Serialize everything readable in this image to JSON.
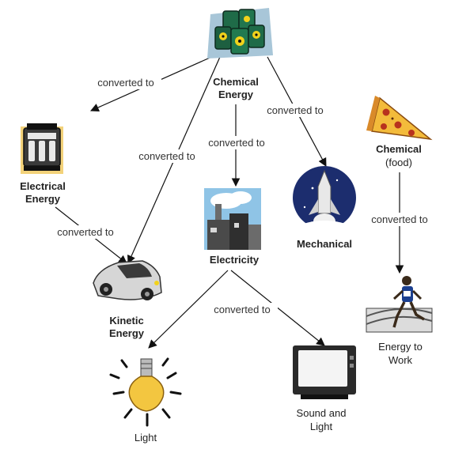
{
  "nodes": {
    "chemical_energy": {
      "line1": "Chemical",
      "line2": "Energy"
    },
    "electrical_energy": {
      "line1": "Electrical",
      "line2": "Energy"
    },
    "electricity": {
      "label": "Electricity"
    },
    "mechanical": {
      "label": "Mechanical"
    },
    "chemical_food": {
      "line1": "Chemical",
      "line2": "(food)"
    },
    "kinetic_energy": {
      "line1": "Kinetic",
      "line2": "Energy"
    },
    "light": {
      "label": "Light"
    },
    "sound_and_light": {
      "line1": "Sound and",
      "line2": "Light"
    },
    "energy_to_work": {
      "line1": "Energy to",
      "line2": "Work"
    }
  },
  "edges": [
    {
      "label": "converted to"
    },
    {
      "label": "converted to"
    },
    {
      "label": "converted to"
    },
    {
      "label": "converted to"
    },
    {
      "label": "converted to"
    },
    {
      "label": "converted to"
    },
    {
      "label": "converted to"
    }
  ],
  "icons": [
    "oil-barrels-icon",
    "pizza-slice-icon",
    "power-plant-icon",
    "space-shuttle-icon",
    "sports-car-icon",
    "runner-icon",
    "light-bulb-icon",
    "television-icon",
    "electric-meter-icon"
  ],
  "colors": {
    "arrow": "#111111",
    "text": "#222222"
  }
}
